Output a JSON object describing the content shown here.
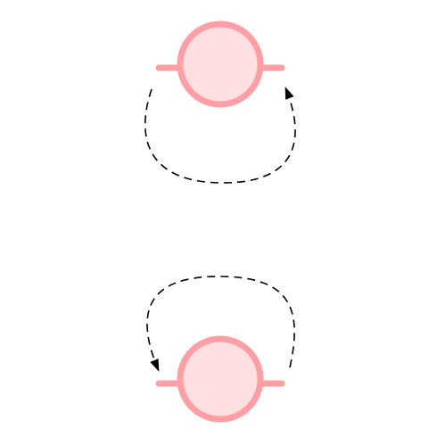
{
  "colors": {
    "background": "#ffffff",
    "node_fill": "#ffdfe2",
    "node_stroke": "#ff9fa3",
    "edge_stroke": "#000000",
    "arrowhead": "#000000"
  },
  "edge_style": "dashed",
  "arrowheads": true,
  "nodes": [
    {
      "id": "top-node",
      "shape": "circle-with-stubs"
    },
    {
      "id": "bottom-node",
      "shape": "circle-with-stubs"
    }
  ],
  "edges": [
    {
      "id": "top-loop",
      "from": "top-node",
      "to": "top-node",
      "style": "dashed",
      "arrow_at": "end"
    },
    {
      "id": "bottom-loop",
      "from": "bottom-node",
      "to": "bottom-node",
      "style": "dashed",
      "arrow_at": "end"
    }
  ]
}
